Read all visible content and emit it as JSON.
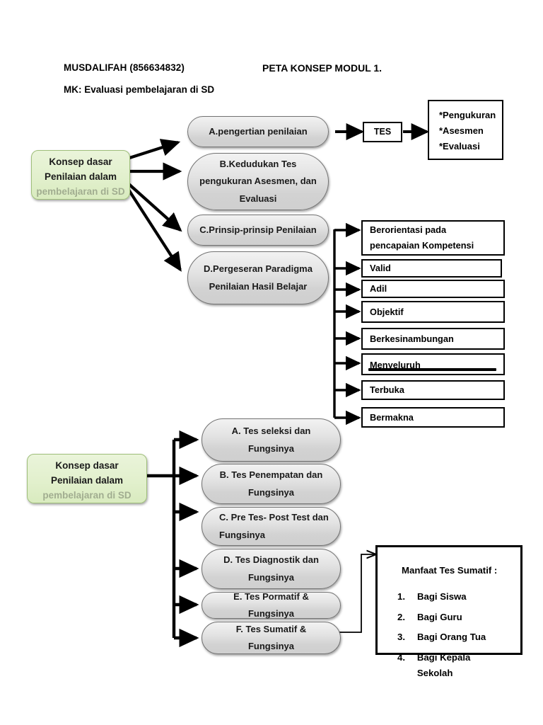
{
  "header": {
    "author": "MUSDALIFAH (856634832)",
    "title": "PETA KONSEP MODUL 1.",
    "course": "MK: Evaluasi pembelajaran di SD"
  },
  "nodes": {
    "root1": {
      "line1": "Konsep dasar",
      "line2": "Penilaian dalam",
      "line3": "pembelajaran di SD"
    },
    "root2": {
      "line1": "Konsep dasar",
      "line2": "Penilaian dalam",
      "line3": "pembelajaran di SD"
    },
    "tes": "TES",
    "asesmen": [
      "*Pengukuran",
      "*Asesmen",
      "*Evaluasi"
    ]
  },
  "branch_a": [
    {
      "label": "A.pengertian penilaian"
    },
    {
      "label": "B.Kedudukan Tes pengukuran Asesmen, dan Evaluasi"
    },
    {
      "label": "C.Prinsip-prinsip Penilaian"
    },
    {
      "label": "D.Pergeseran Paradigma Penilaian Hasil Belajar"
    }
  ],
  "principles": [
    "Berorientasi pada pencapaian Kompetensi",
    "Valid",
    "Adil",
    "Objektif",
    "Berkesinambungan",
    "Menyeluruh",
    "Terbuka",
    "Bermakna"
  ],
  "branch_b": [
    "A.   Tes seleksi dan Fungsinya",
    "B. Tes Penempatan dan Fungsinya",
    "C. Pre Tes- Post Test dan Fungsinya",
    "D. Tes Diagnostik dan Fungsinya",
    "E. Tes Pormatif & Fungsinya",
    "F. Tes Sumatif & Fungsinya"
  ],
  "manfaat": {
    "title": "Manfaat Tes Sumatif :",
    "items": [
      {
        "num": "1.",
        "text": "Bagi Siswa"
      },
      {
        "num": "2.",
        "text": "Bagi Guru"
      },
      {
        "num": "3.",
        "text": "Bagi Orang Tua"
      },
      {
        "num": "4.",
        "text": "Bagi Kepala Sekolah"
      }
    ]
  },
  "colors": {
    "green_fill": "#e2f0cd",
    "green_stroke": "#9fbf7a",
    "grey_fill": "#d9d9d9",
    "grey_stroke": "#737373",
    "line": "#000000"
  }
}
